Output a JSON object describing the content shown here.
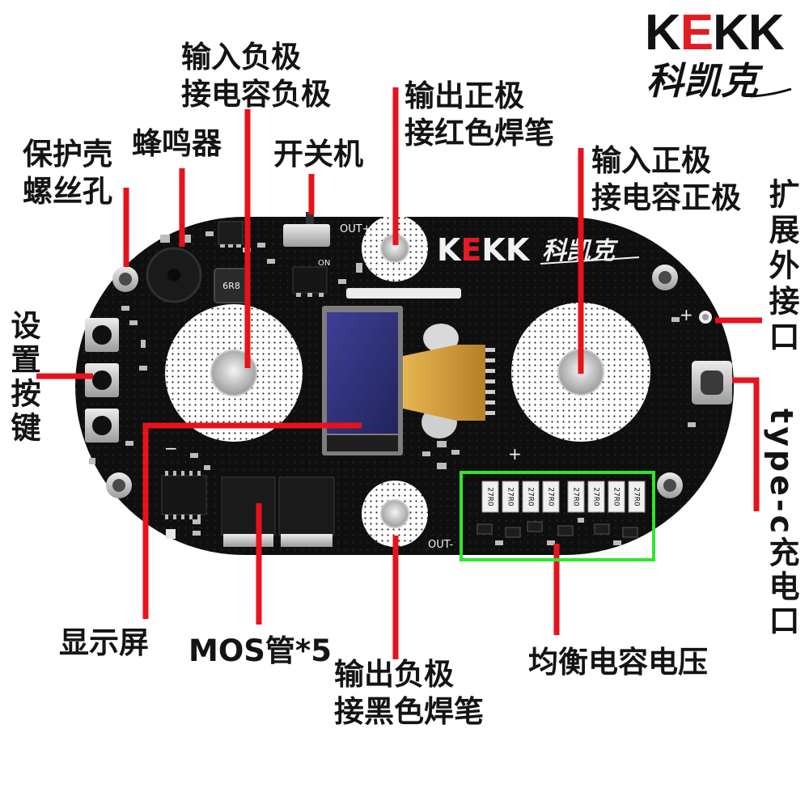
{
  "colors": {
    "annotation_line": "#e8121c",
    "highlight_box": "#2fe52f",
    "logo_accent": "#e31b23",
    "board": "#0f0f0f"
  },
  "logo": {
    "letter_1": "K",
    "letter_accent": "E",
    "letters_end": "KK",
    "chinese": "科凯克"
  },
  "labels": {
    "protective_shell_screw_hole": {
      "line1": "保护壳",
      "line2": "螺丝孔"
    },
    "buzzer": "蜂鸣器",
    "input_negative": {
      "line1": "输入负极",
      "line2": "接电容负极"
    },
    "power_switch": "开关机",
    "output_positive": {
      "line1": "输出正极",
      "line2": "接红色焊笔"
    },
    "input_positive": {
      "line1": "输入正极",
      "line2": "接电容正极"
    },
    "expansion_port": "扩展外接口",
    "settings_buttons": "设置按键",
    "typec_charging_port": "type-c充电口",
    "display_screen": "显示屏",
    "mosfets": "MOS管*5",
    "output_negative": {
      "line1": "输出负极",
      "line2": "接黑色焊笔"
    },
    "balance_capacitor_voltage": "均衡电容电压"
  },
  "board": {
    "silkscreen": {
      "out_positive": "OUT+",
      "out_negative": "OUT-",
      "switch_on": "ON",
      "plus_port": "+",
      "plus_lower": "+",
      "minus_left": "−"
    },
    "brand": {
      "letter_1": "K",
      "letter_accent": "E",
      "letters_end": "KK",
      "chinese": "科凯克"
    },
    "inductor_marking": "6R8",
    "resistor_markings": [
      "27R0",
      "27R0",
      "27R0",
      "27R0",
      "27R0",
      "27R0",
      "27R0",
      "27R0"
    ]
  }
}
